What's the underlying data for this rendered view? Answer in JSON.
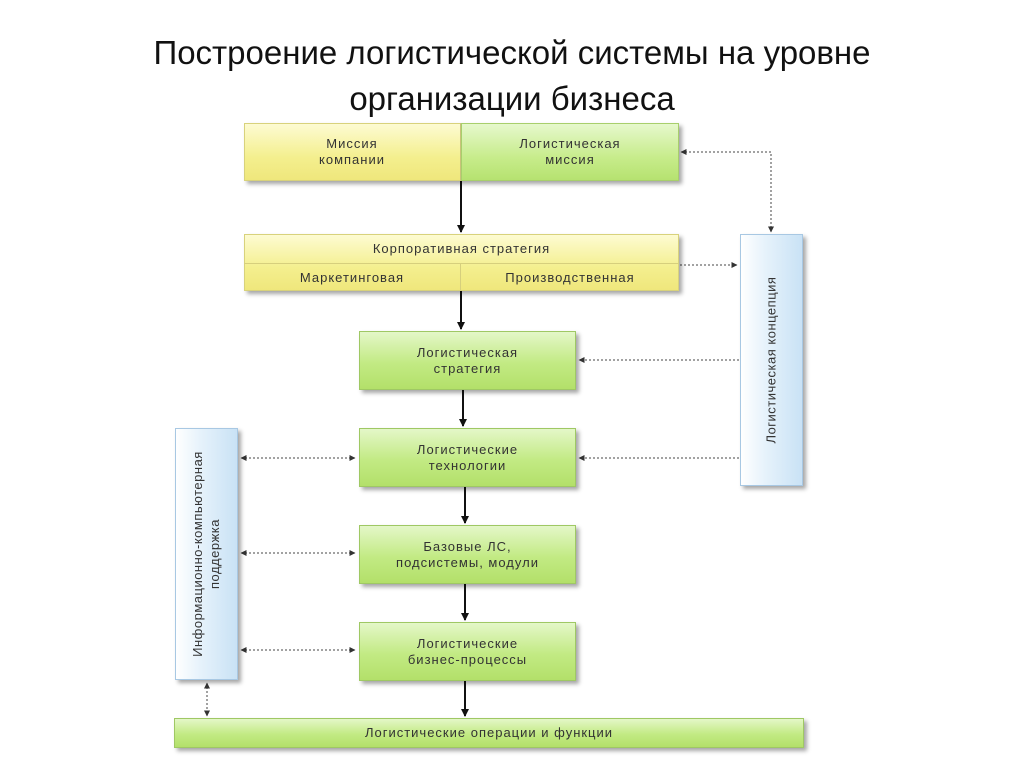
{
  "title": {
    "line1": "Построение логистической системы на уровне",
    "line2": "организации бизнеса"
  },
  "boxes": {
    "mission_company": "Миссия\nкомпании",
    "logistic_mission": "Логистическая\nмиссия",
    "corporate_strategy": "Корпоративная стратегия",
    "marketing": "Маркетинговая",
    "production": "Производственная",
    "logistic_strategy": "Логистическая\nстратегия",
    "logistic_technologies": "Логистические\nтехнологии",
    "base_ls": "Базовые ЛС,\nподсистемы, модули",
    "business_processes": "Логистические\nбизнес-процессы",
    "operations": "Логистические операции и функции",
    "logistic_concept": "Логистическая концепция",
    "info_support": "Информационно-компьютерная\nподдержка"
  },
  "colors": {
    "yellow": "#f4ef8e",
    "green": "#c2ea83",
    "blue": "#c9e2f5",
    "arrow": "#111111"
  }
}
